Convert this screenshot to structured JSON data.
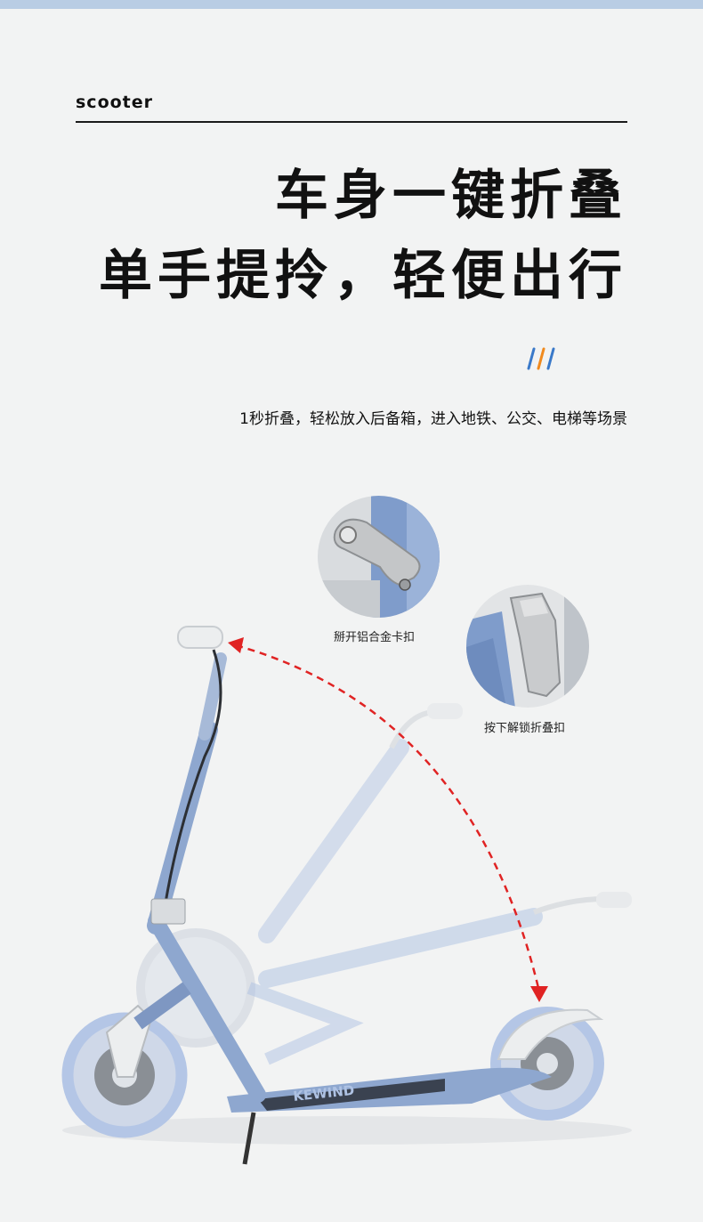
{
  "header": {
    "label": "scooter",
    "headline_line1": "车身一键折叠",
    "headline_line2": "单手提拎，轻便出行",
    "subtitle": "1秒折叠，轻松放入后备箱，进入地铁、公交、电梯等场景"
  },
  "details": [
    {
      "caption": "掰开铝合金卡扣",
      "icon": "folding-clamp-closeup"
    },
    {
      "caption": "按下解锁折叠扣",
      "icon": "unlock-button-closeup"
    }
  ],
  "product": {
    "deck_brand": "KEWIND",
    "colors": {
      "frame": "#8ea7cf",
      "frame_dark": "#7e97c2",
      "ghost": "#aec2e3",
      "wheel": "#b4c6e6",
      "arrow": "#e02323",
      "slash_blue": "#3a79c9",
      "slash_orange": "#f08a1e"
    }
  }
}
